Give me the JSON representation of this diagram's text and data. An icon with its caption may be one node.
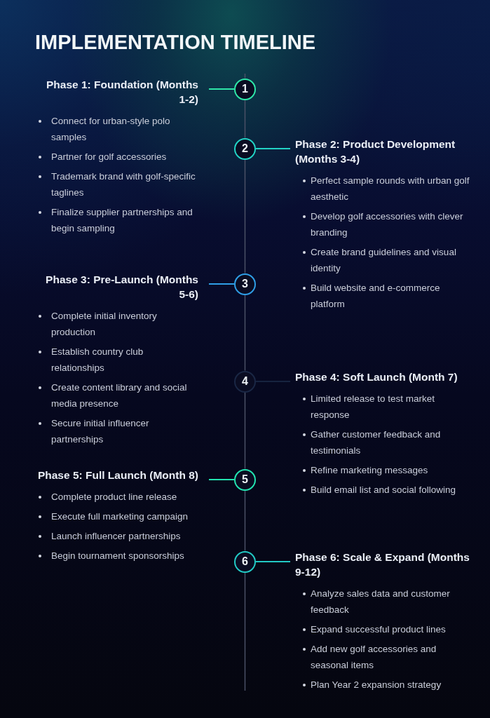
{
  "diagram": {
    "title": "IMPLEMENTATION TIMELINE",
    "nodes": [
      {
        "text": [
          "Phase 1: Foundation (Months 1-2)",
          "Connect for urban-style polo samples",
          "Partner for golf accessories",
          "Trademark brand with golf-specific taglines",
          "Finalize supplier partnerships and begin sampling"
        ]
      },
      {
        "text": [
          "1"
        ]
      },
      {
        "text": [
          "2"
        ]
      },
      {
        "text": [
          "Phase 2: Product Development (Months 3-4)",
          "Perfect sample rounds with urban golf aesthetic",
          "Develop golf accessories with clever branding",
          "Create brand guidelines and visual identity",
          "Build website and e-commerce platform"
        ]
      },
      {
        "text": [
          "Phase 3: Pre-Launch (Months 5-6)",
          "Complete initial inventory production",
          "Establish country club relationships",
          "Create content library and social media presence",
          "Secure initial influencer partnerships"
        ]
      },
      {
        "text": [
          "3"
        ]
      },
      {
        "text": [
          "4"
        ]
      },
      {
        "text": [
          "Phase 4: Soft Launch (Month 7)",
          "Limited release to test market response",
          "Gather customer feedback and testimonials",
          "Refine marketing messages",
          "Build email list and social following"
        ]
      },
      {
        "text": [
          "Phase 5: Full Launch (Month 8)",
          "Complete product line release",
          "Execute full marketing campaign",
          "Launch influencer partnerships",
          "Begin tournament sponsorships"
        ]
      },
      {
        "text": [
          "5"
        ]
      },
      {
        "text": [
          "6"
        ]
      },
      {
        "text": [
          "Phase 6: Scale & Expand (Months 9-12)",
          "Analyze sales data and customer feedback",
          "Expand successful product lines",
          "Add new golf accessories and seasonal items",
          "Plan Year 2 expansion strategy"
        ]
      }
    ],
    "edges": [
      {
        "from": 0,
        "to": 1,
        "arrow": "none",
        "color": "#2ee6a8"
      },
      {
        "from": 1,
        "to": 2,
        "arrow": "none"
      },
      {
        "from": 2,
        "to": 3,
        "arrow": "none",
        "color": "#22d3c5"
      },
      {
        "from": 2,
        "to": 5,
        "arrow": "none"
      },
      {
        "from": 4,
        "to": 5,
        "arrow": "none",
        "color": "#2f9ee6"
      },
      {
        "from": 5,
        "to": 6,
        "arrow": "none"
      },
      {
        "from": 6,
        "to": 7,
        "arrow": "none",
        "color": "#16233f"
      },
      {
        "from": 6,
        "to": 9,
        "arrow": "none"
      },
      {
        "from": 8,
        "to": 9,
        "arrow": "none",
        "color": "#22e3b0"
      },
      {
        "from": 9,
        "to": 10,
        "arrow": "none"
      },
      {
        "from": 10,
        "to": 11,
        "arrow": "none",
        "color": "#22c9c4"
      }
    ]
  }
}
